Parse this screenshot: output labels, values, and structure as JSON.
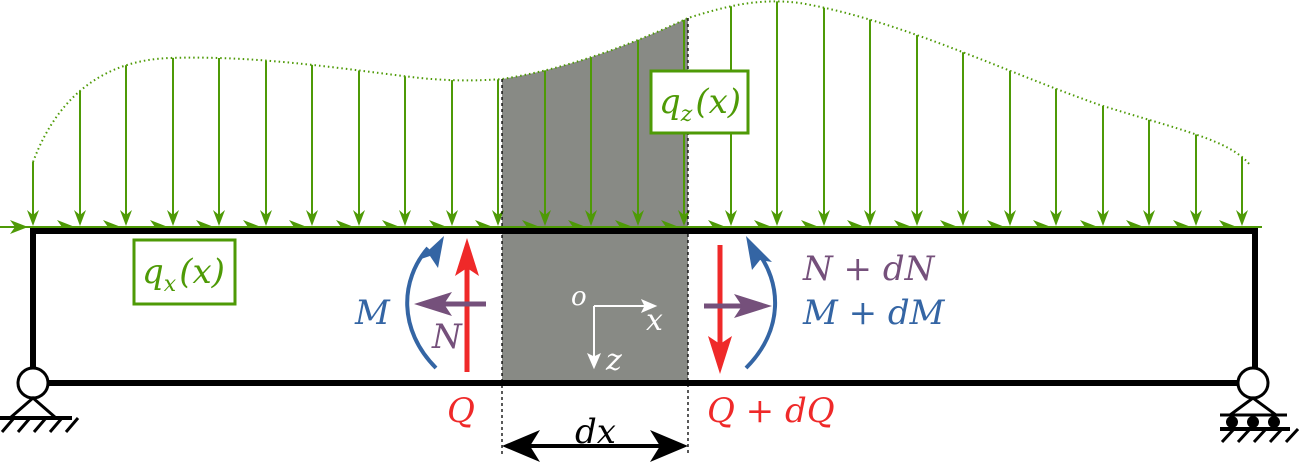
{
  "labels": {
    "qz": "q",
    "qz_sub": "z",
    "qz_arg": "(x)",
    "qx": "q",
    "qx_sub": "x",
    "qx_arg": "(x)",
    "M_left": "M",
    "N_left": "N",
    "Q_left": "Q",
    "N_right": "N + dN",
    "M_right": "M + dM",
    "Q_right": "Q + dQ",
    "origin": "o",
    "x_axis": "x",
    "z_axis": "z",
    "dx": "dx"
  },
  "colors": {
    "load": "#4e9a06",
    "shear": "#ef2929",
    "moment": "#3465a4",
    "normal": "#75507b",
    "element": "#888a85",
    "beam": "#000000"
  }
}
